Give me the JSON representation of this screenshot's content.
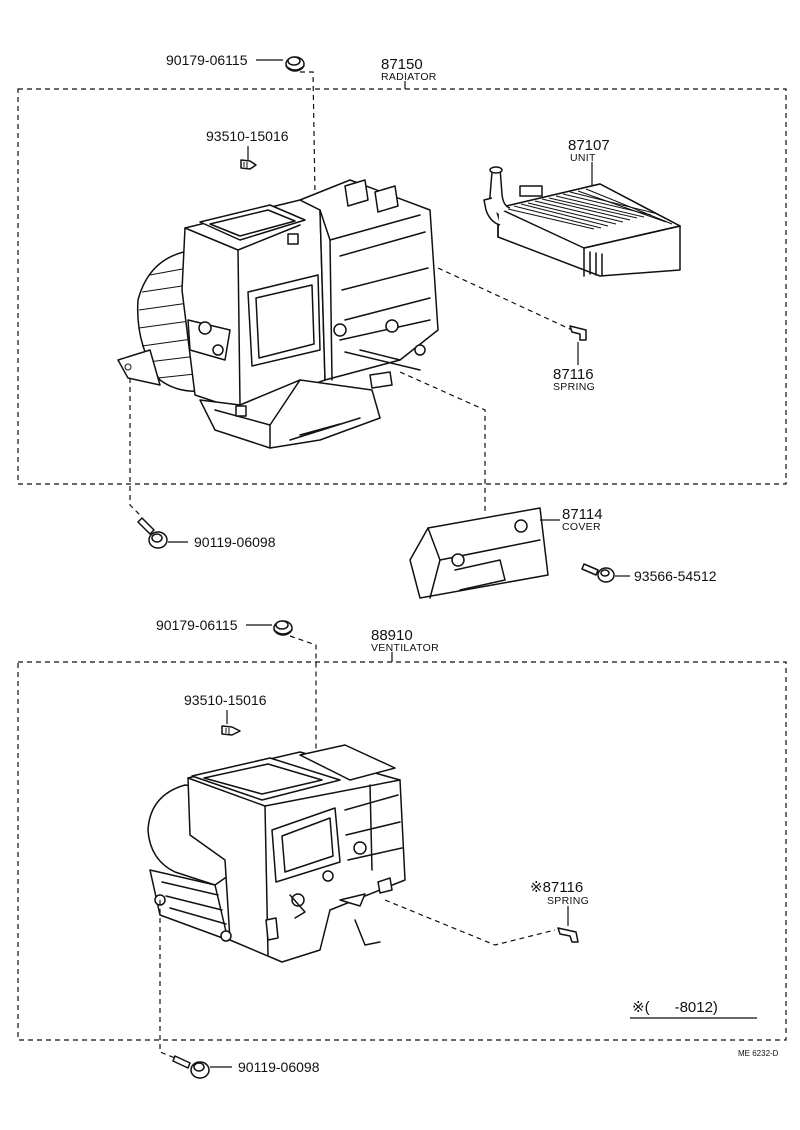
{
  "radiator_group": {
    "part_no": "87150",
    "name": "RADIATOR",
    "screw_top": "90179-06115",
    "clip": "93510-15016",
    "bolt": "90119-06098",
    "unit": {
      "part_no": "87107",
      "name": "UNIT"
    },
    "spring": {
      "part_no": "87116",
      "name": "SPRING"
    }
  },
  "cover": {
    "part_no": "87114",
    "name": "COVER",
    "screw": "93566-54512"
  },
  "ventilator_group": {
    "part_no": "88910",
    "name": "VENTILATOR",
    "screw_top": "90179-06115",
    "clip": "93510-15016",
    "bolt": "90119-06098",
    "spring": {
      "part_no": "※87116",
      "name": "SPRING"
    }
  },
  "applicability_note": "※(      -8012)",
  "diagram_code": "ME 6232-D"
}
